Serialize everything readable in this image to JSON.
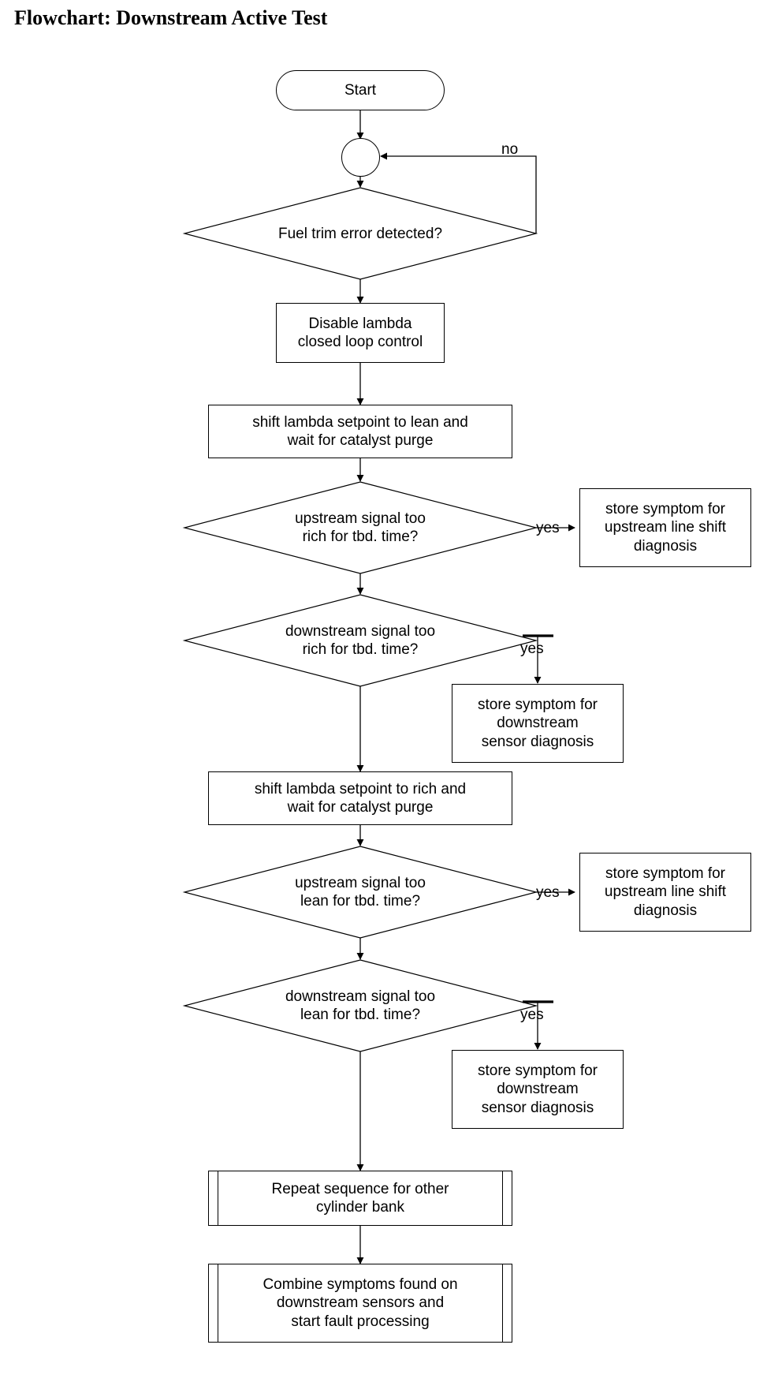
{
  "title": "Flowchart: Downstream Active Test",
  "chart_data": {
    "type": "diagram",
    "diagram_type": "flowchart",
    "title": "Flowchart: Downstream Active Test",
    "orientation": "top-to-bottom",
    "nodes": [
      {
        "id": "start",
        "shape": "terminator",
        "label": "Start"
      },
      {
        "id": "junction",
        "shape": "connector",
        "label": ""
      },
      {
        "id": "d_fueltrim",
        "shape": "decision",
        "label": "Fuel trim error detected?"
      },
      {
        "id": "p_disable",
        "shape": "process",
        "label": "Disable lambda\nclosed loop control"
      },
      {
        "id": "p_lean",
        "shape": "process",
        "label": "shift lambda setpoint to lean and\nwait for catalyst purge"
      },
      {
        "id": "d_up_rich",
        "shape": "decision",
        "label": "upstream signal too\nrich for tbd. time?"
      },
      {
        "id": "s_up_rich",
        "shape": "process",
        "label": "store symptom for\nupstream line shift\ndiagnosis"
      },
      {
        "id": "d_down_rich",
        "shape": "decision",
        "label": "downstream signal too\nrich for tbd. time?"
      },
      {
        "id": "s_down_rich",
        "shape": "process",
        "label": "store symptom for\ndownstream\nsensor diagnosis"
      },
      {
        "id": "p_rich",
        "shape": "process",
        "label": "shift lambda setpoint to rich and\nwait for catalyst purge"
      },
      {
        "id": "d_up_lean",
        "shape": "decision",
        "label": "upstream signal too\nlean for tbd. time?"
      },
      {
        "id": "s_up_lean",
        "shape": "process",
        "label": "store symptom for\nupstream line shift\ndiagnosis"
      },
      {
        "id": "d_down_lean",
        "shape": "decision",
        "label": "downstream signal too\nlean for tbd. time?"
      },
      {
        "id": "s_down_lean",
        "shape": "process",
        "label": "store symptom for\ndownstream\nsensor diagnosis"
      },
      {
        "id": "p_repeat",
        "shape": "subroutine",
        "label": "Repeat sequence for other\ncylinder bank"
      },
      {
        "id": "p_combine",
        "shape": "subroutine",
        "label": "Combine symptoms found on\ndownstream sensors and\nstart fault processing"
      }
    ],
    "edges": [
      {
        "from": "start",
        "to": "junction",
        "label": ""
      },
      {
        "from": "junction",
        "to": "d_fueltrim",
        "label": ""
      },
      {
        "from": "d_fueltrim",
        "to": "junction",
        "label": "no"
      },
      {
        "from": "d_fueltrim",
        "to": "p_disable",
        "label": ""
      },
      {
        "from": "p_disable",
        "to": "p_lean",
        "label": ""
      },
      {
        "from": "p_lean",
        "to": "d_up_rich",
        "label": ""
      },
      {
        "from": "d_up_rich",
        "to": "s_up_rich",
        "label": "yes"
      },
      {
        "from": "d_up_rich",
        "to": "d_down_rich",
        "label": ""
      },
      {
        "from": "d_down_rich",
        "to": "s_down_rich",
        "label": "yes"
      },
      {
        "from": "d_down_rich",
        "to": "p_rich",
        "label": ""
      },
      {
        "from": "p_rich",
        "to": "d_up_lean",
        "label": ""
      },
      {
        "from": "d_up_lean",
        "to": "s_up_lean",
        "label": "yes"
      },
      {
        "from": "d_up_lean",
        "to": "d_down_lean",
        "label": ""
      },
      {
        "from": "d_down_lean",
        "to": "s_down_lean",
        "label": "yes"
      },
      {
        "from": "d_down_lean",
        "to": "p_repeat",
        "label": ""
      },
      {
        "from": "p_repeat",
        "to": "p_combine",
        "label": ""
      }
    ],
    "colors": {
      "stroke": "#000000",
      "fill": "#ffffff",
      "text": "#000000"
    }
  },
  "nodes": {
    "start": "Start",
    "fuel_trim_decision": "Fuel trim error detected?",
    "disable_lambda": "Disable lambda\nclosed loop control",
    "shift_lean": "shift lambda setpoint to lean and\nwait for catalyst purge",
    "upstream_rich_decision": "upstream signal too\nrich for tbd. time?",
    "store_upstream_rich": "store symptom for\nupstream line shift\ndiagnosis",
    "downstream_rich_decision": "downstream signal too\nrich for tbd. time?",
    "store_downstream_rich": "store symptom for\ndownstream\nsensor diagnosis",
    "shift_rich": "shift lambda setpoint to rich and\nwait for catalyst purge",
    "upstream_lean_decision": "upstream signal too\nlean for tbd. time?",
    "store_upstream_lean": "store symptom for\nupstream line shift\ndiagnosis",
    "downstream_lean_decision": "downstream signal too\nlean for tbd. time?",
    "store_downstream_lean": "store symptom for\ndownstream\nsensor diagnosis",
    "repeat_sequence": "Repeat sequence for other\ncylinder bank",
    "combine_symptoms": "Combine symptoms found on\ndownstream sensors and\nstart fault processing"
  },
  "edge_labels": {
    "no_loop": "no",
    "yes_upstream_rich": "yes",
    "yes_downstream_rich": "yes",
    "yes_upstream_lean": "yes",
    "yes_downstream_lean": "yes"
  }
}
